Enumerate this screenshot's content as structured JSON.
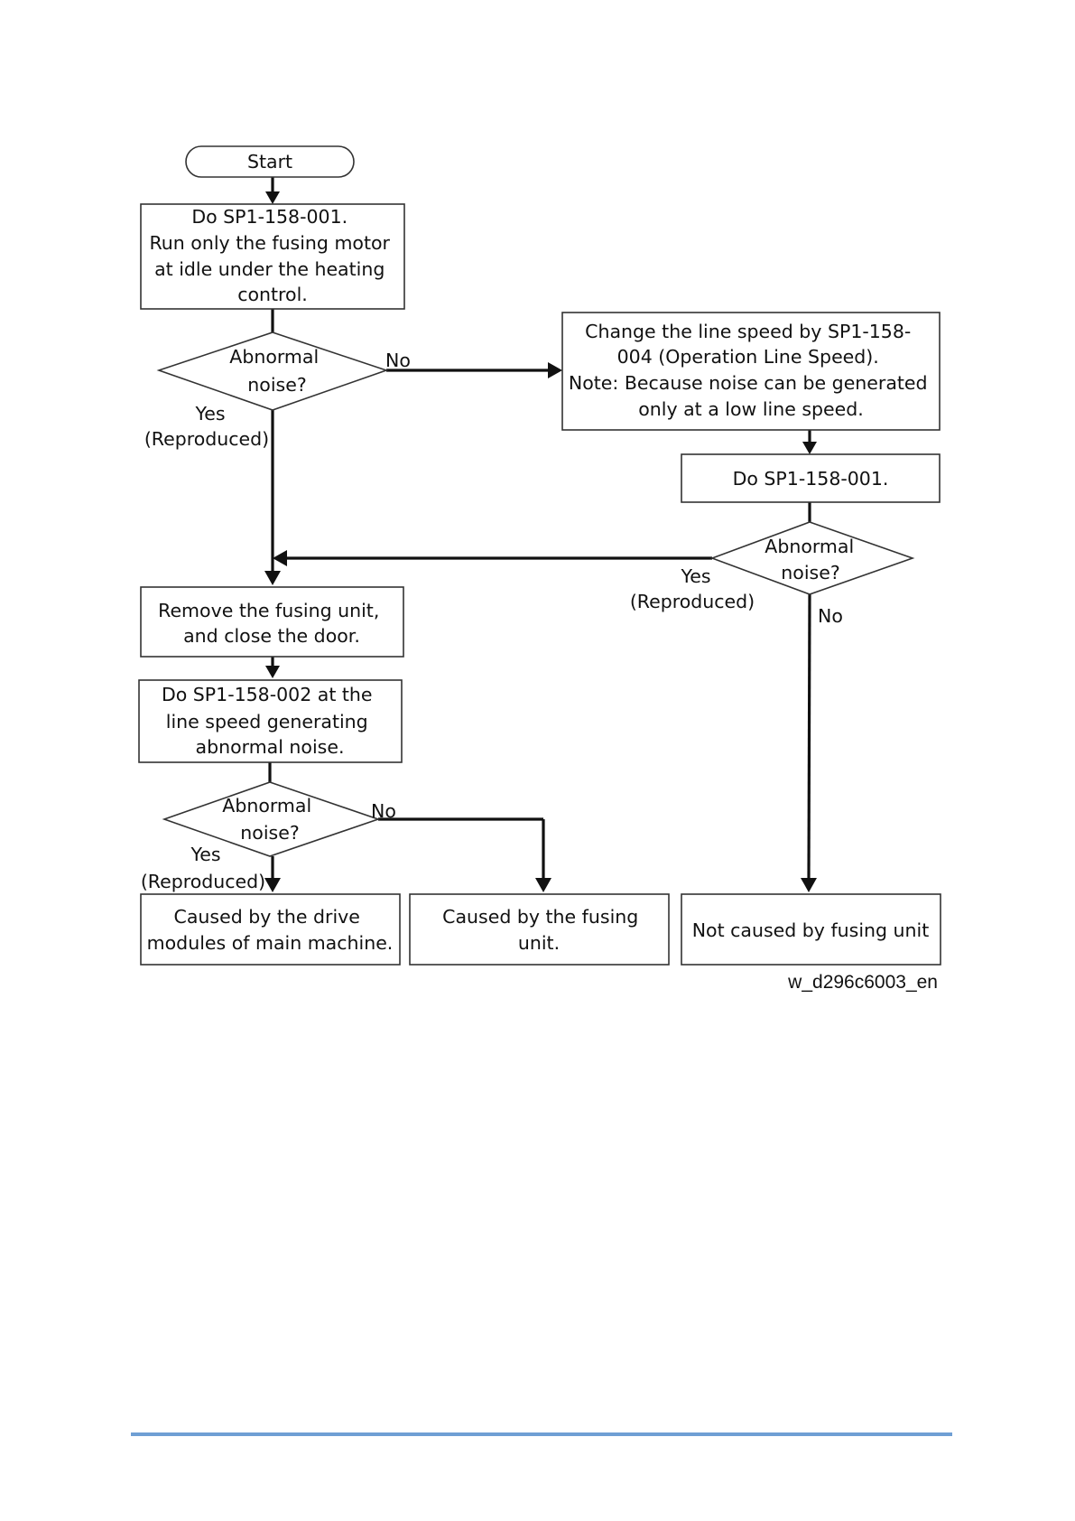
{
  "flowchart": {
    "start": "Start",
    "step1": [
      "Do SP1-158-001.",
      "Run only the fusing motor",
      "at idle under the heating",
      "control."
    ],
    "decision1": [
      "Abnormal",
      "noise?"
    ],
    "change_speed": [
      "Change the line speed by SP1-158-",
      "004 (Operation Line Speed).",
      "Note: Because noise can be generated",
      "only at a low line speed."
    ],
    "step_redo": [
      "Do SP1-158-001."
    ],
    "decision2": [
      "Abnormal",
      "noise?"
    ],
    "remove_unit": [
      "Remove the fusing unit,",
      "and close the door."
    ],
    "step2": [
      "Do SP1-158-002 at the",
      "line speed generating",
      "abnormal noise."
    ],
    "decision3": [
      "Abnormal",
      "noise?"
    ],
    "result_drive": [
      "Caused by the drive",
      "modules of main machine."
    ],
    "result_fusing": [
      "Caused by the fusing",
      "unit."
    ],
    "result_not_fusing": [
      "Not caused by fusing unit"
    ],
    "labels": {
      "no": "No",
      "yes": "Yes",
      "reproduced": "(Reproduced)"
    }
  },
  "caption": "w_d296c6003_en",
  "colors": {
    "footer_rule": "#6f9fd4",
    "line": "#111111",
    "box_border": "#333333"
  }
}
